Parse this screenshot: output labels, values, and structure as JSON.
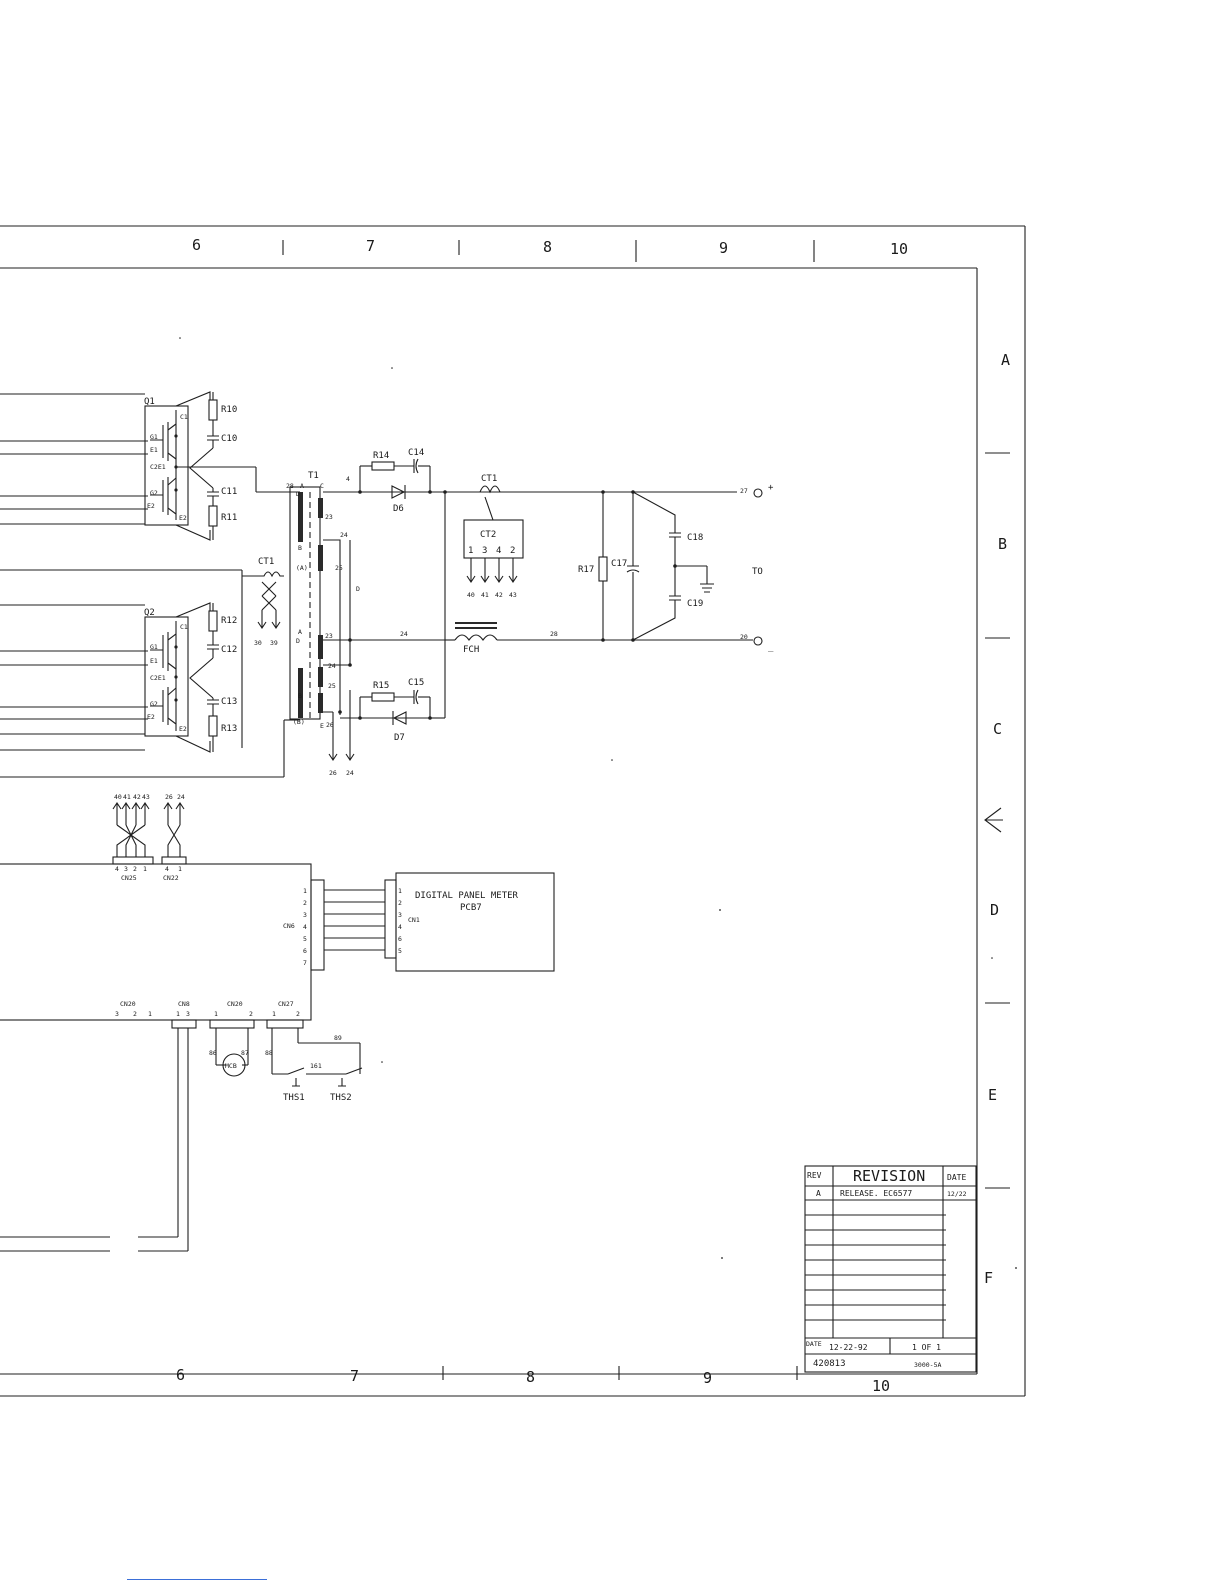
{
  "zones": {
    "top_columns": [
      "6",
      "7",
      "8",
      "9",
      "10"
    ],
    "bottom_columns": [
      "6",
      "7",
      "8",
      "9",
      "10"
    ],
    "rows": [
      "A",
      "B",
      "C",
      "D",
      "E",
      "F"
    ]
  },
  "components": {
    "q1": {
      "name": "Q1",
      "pins": [
        "C1",
        "G1",
        "E1",
        "C2E1",
        "G2",
        "E2",
        "E2"
      ]
    },
    "q2": {
      "name": "Q2",
      "pins": [
        "C1",
        "G1",
        "E1",
        "C2E1",
        "G2",
        "E2",
        "E2"
      ]
    },
    "r10": "R10",
    "c10": "C10",
    "c11": "C11",
    "r11": "R11",
    "r12": "R12",
    "c12": "C12",
    "c13": "C13",
    "r13": "R13",
    "t1": "T1",
    "ct1_top": "CT1",
    "ct1_left": "CT1",
    "ct2": "CT2",
    "ct2_pins": [
      "1",
      "3",
      "4",
      "2"
    ],
    "ct2_wires": [
      "40",
      "41",
      "42",
      "43"
    ],
    "r14": "R14",
    "c14": "C14",
    "d6": "D6",
    "r15": "R15",
    "c15": "C15",
    "d7": "D7",
    "r17": "R17",
    "c17": "C17",
    "c18": "C18",
    "c19": "C19",
    "fch": "FCH",
    "to_label": "TO",
    "plus": "+",
    "minus": "_",
    "mcb": "MCB",
    "ths1": "THS1",
    "ths2": "THS2"
  },
  "transformer": {
    "pins_top": [
      "A",
      "C",
      "D",
      "B",
      "(A)"
    ],
    "pins_bottom": [
      "A",
      "D",
      "B",
      "(B)",
      "E"
    ],
    "wires": [
      "28",
      "23",
      "24",
      "25",
      "D",
      "23",
      "24",
      "25",
      "26"
    ]
  },
  "wires": {
    "w4": "4",
    "w27": "27",
    "w20": "20",
    "w24": "24",
    "w28": "28",
    "w30": "30",
    "w39": "39",
    "w26": "26",
    "w24b": "24",
    "w161": "161",
    "w89": "89",
    "w88": "88",
    "w86": "86",
    "w87": "87"
  },
  "connectors": {
    "cn25": {
      "name": "CN25",
      "pins": [
        "4",
        "3",
        "2",
        "1"
      ],
      "wires": [
        "40",
        "41",
        "42",
        "43"
      ]
    },
    "cn22": {
      "name": "CN22",
      "pins": [
        "4",
        "1"
      ],
      "wires": [
        "26",
        "24"
      ]
    },
    "cn6": {
      "name": "CN6",
      "pins": [
        "1",
        "2",
        "3",
        "4",
        "5",
        "6",
        "7"
      ]
    },
    "cn1": {
      "name": "CN1",
      "pins": [
        "1",
        "2",
        "3",
        "4",
        "6",
        "5"
      ]
    },
    "cn20": {
      "name": "CN20",
      "pins": [
        "3",
        "2",
        "1"
      ]
    },
    "cn8": {
      "name": "CN8",
      "pins": [
        "1",
        "3"
      ]
    },
    "cn28": {
      "name": "CN20",
      "pins": [
        "1",
        "2"
      ]
    },
    "cn27": {
      "name": "CN27",
      "pins": [
        "1",
        "2"
      ]
    }
  },
  "panel_meter": {
    "line1": "DIGITAL PANEL METER",
    "line2": "PCB7"
  },
  "title_block": {
    "rev_header": "REV",
    "revision_header": "REVISION",
    "date_header": "DATE",
    "rev": "A",
    "description": "RELEASE. EC6577",
    "rev_date": "12/22",
    "date_label": "DATE",
    "date": "12-22-92",
    "sheet": "1 OF 1",
    "drawing_no": "420813",
    "model": "3000-5A"
  }
}
